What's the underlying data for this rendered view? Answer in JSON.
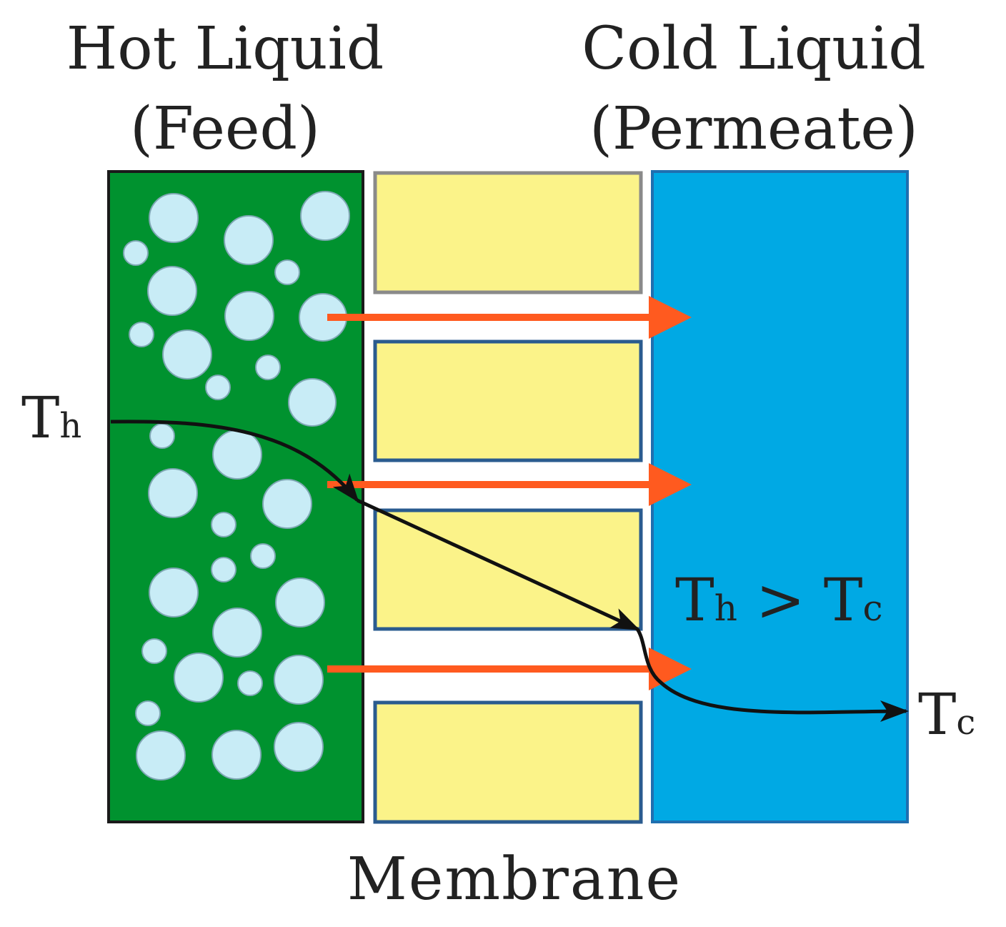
{
  "labels": {
    "hot_title": "Hot Liquid",
    "hot_subtitle": "(Feed)",
    "cold_title": "Cold Liquid",
    "cold_subtitle": "(Permeate)",
    "membrane": "Membrane",
    "th_main": "T",
    "th_sub": "h",
    "tc_main": "T",
    "tc_sub": "c",
    "relation_left_main": "T",
    "relation_left_sub": "h",
    "relation_op": " > ",
    "relation_right_main": "T",
    "relation_right_sub": "c"
  },
  "colors": {
    "feed": "#00922f",
    "feed_border": "#1a1a1a",
    "bubble": "#c8ecf6",
    "bubble_stroke": "#7fa8b4",
    "membrane_block": "#fbf389",
    "membrane_border": "#2a5b8f",
    "permeate": "#00a9e4",
    "permeate_border": "#1f6fb0",
    "vapor_arrow": "#ff5a1f",
    "profile_line": "#111111"
  },
  "icons": {
    "vapor_flow": "right-arrow-icon",
    "temperature_profile": "curve-arrow-icon",
    "bubble": "circle-icon"
  }
}
